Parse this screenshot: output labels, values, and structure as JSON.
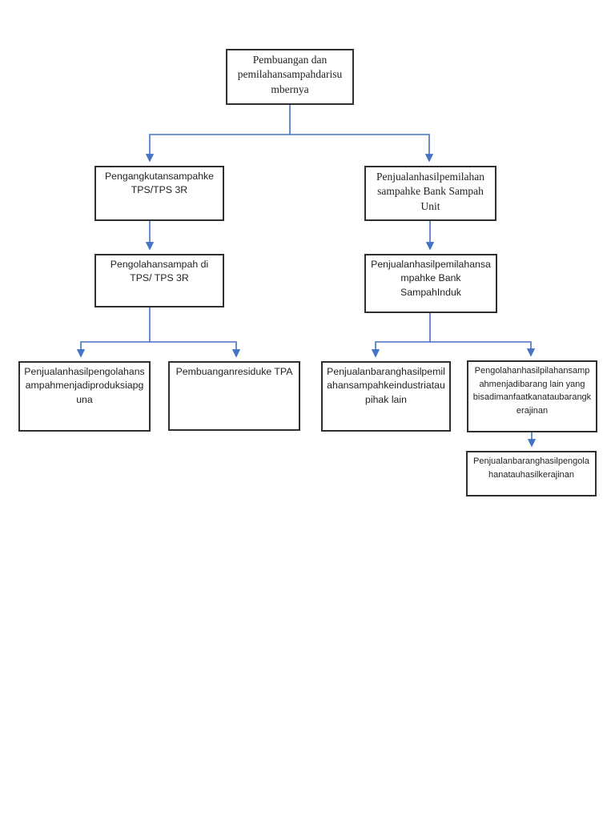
{
  "colors": {
    "connector": "#4472C4",
    "box_border": "#2f2f2f",
    "box_fill": "#ffffff",
    "text": "#1f1f1f",
    "page_background": "#ffffff"
  },
  "flowchart": {
    "type": "flowchart",
    "nodes": {
      "root": {
        "text": "Pembuangan dan\npemilahansampahdarisu\nmbernya"
      },
      "pengangkutan": {
        "text": "Pengangkutansampahke\nTPS/TPS 3R"
      },
      "penjualanUnit": {
        "text": "Penjualanhasilpemilahan\nsampahke Bank Sampah\nUnit"
      },
      "pengolahanTPS": {
        "text": "Pengolahansampah di\nTPS/ TPS 3R"
      },
      "penjualanInduk": {
        "text": "Penjualanhasilpemilahansa\nmpahke Bank\nSampahInduk"
      },
      "produkSiapGuna": {
        "text": "Penjualanhasilpengolahans\nampahmenjadiproduksiapg\nuna"
      },
      "residuTPA": {
        "text": "Pembuanganresiduke TPA"
      },
      "penjualanIndustri": {
        "text": "Penjualanbaranghasilpemil\nahansampahkeindustriatau\npihak lain"
      },
      "pengolahanKerajinan": {
        "text": "Pengolahanhasilpilahansamp\nahmenjadibarang lain yang\nbisadimanfaatkanataubarangk\nerajinan"
      },
      "penjualanKerajinan": {
        "text": "Penjualanbaranghasilpengola\nhanatauhasilkerajinan"
      }
    },
    "edges": [
      {
        "from": "root",
        "to": "pengangkutan"
      },
      {
        "from": "root",
        "to": "penjualanUnit"
      },
      {
        "from": "pengangkutan",
        "to": "pengolahanTPS"
      },
      {
        "from": "penjualanUnit",
        "to": "penjualanInduk"
      },
      {
        "from": "pengolahanTPS",
        "to": "produkSiapGuna"
      },
      {
        "from": "pengolahanTPS",
        "to": "residuTPA"
      },
      {
        "from": "penjualanInduk",
        "to": "penjualanIndustri"
      },
      {
        "from": "penjualanInduk",
        "to": "pengolahanKerajinan"
      },
      {
        "from": "pengolahanKerajinan",
        "to": "penjualanKerajinan"
      }
    ]
  }
}
